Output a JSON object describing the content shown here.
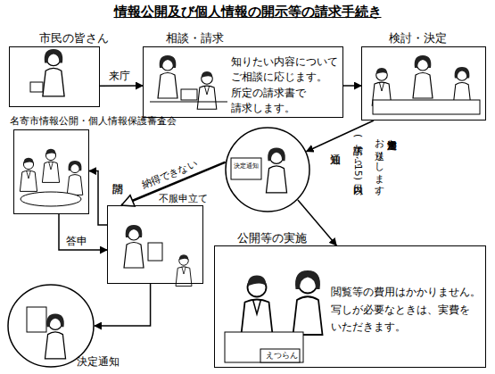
{
  "diagram": {
    "title": "情報公開及び個人情報の開示等の請求手続き",
    "nodes": [
      {
        "text": [
          "市民の皆さん"
        ]
      },
      {
        "text": [
          "相談・請求",
          "知りたい内容について ご相談に応じます。 所定の請求書で 請求します。"
        ]
      },
      {
        "text": [
          "検討・決定"
        ]
      },
      {
        "text": [
          "決定通知"
        ]
      },
      {
        "text": [
          "名寄市情報公開・個人情報保護審査会"
        ]
      },
      {
        "text": [
          "不服申立て"
        ]
      },
      {
        "text": [
          "公開等の実施",
          "閲覧等の費用はかかりません。 写しが必要なときは、実費を いただきます。"
        ]
      },
      {
        "text": [
          "決定通知"
        ]
      }
    ],
    "edges": [
      {
        "from": 0,
        "to": 1,
        "arrow": "to",
        "label": "来庁"
      },
      {
        "from": 1,
        "to": 2,
        "arrow": "to"
      },
      {
        "from": 2,
        "to": 3,
        "arrow": "to",
        "label": "通知"
      },
      {
        "from": 3,
        "to": 6,
        "arrow": "to"
      },
      {
        "from": 3,
        "to": 5,
        "arrow": "to",
        "label": "納得できない"
      },
      {
        "from": 5,
        "to": 4,
        "arrow": "to",
        "label": "諮問"
      },
      {
        "from": 4,
        "to": 5,
        "arrow": "to",
        "label": "答申"
      },
      {
        "from": 5,
        "to": 7,
        "arrow": "to"
      }
    ],
    "labels": [
      "(請求から 15日以内)",
      "決定通知書を お送りします。",
      "えつらん"
    ]
  }
}
